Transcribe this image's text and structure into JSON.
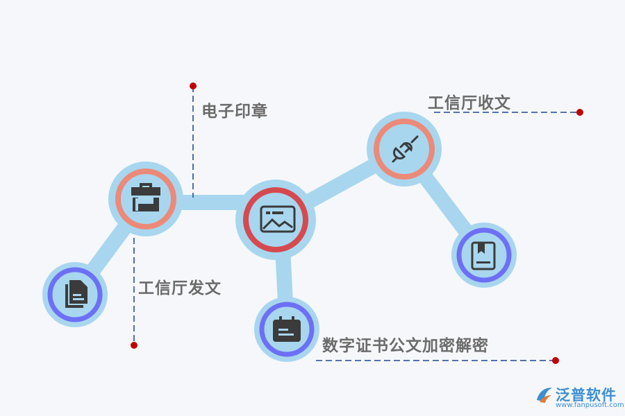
{
  "labels": {
    "electronic_seal": "电子印章",
    "miit_dispatch": "工信厅发文",
    "miit_receive": "工信厅收文",
    "digital_cert": "数字证书公文加密解密"
  },
  "logo": {
    "name": "泛普软件",
    "url": "www.fanpusoft.com"
  },
  "colors": {
    "background": "#f5f7fa",
    "connector": "#a7d6ee",
    "node_halo": "#a7d6ee",
    "ring_salmon": "#ec8a7a",
    "ring_red": "#d54a4e",
    "ring_purple": "#6d6ff5",
    "icon": "#3b3b3b",
    "dot_red": "#c00000",
    "dash_line": "#3b5fa0",
    "label_text": "#6b6b6b",
    "logo": "#3c8fd0"
  },
  "icons": {
    "toolbox": "toolbox-icon",
    "image": "image-icon",
    "plug": "plug-icon",
    "documents": "documents-icon",
    "calendar": "calendar-icon",
    "book": "book-icon"
  }
}
